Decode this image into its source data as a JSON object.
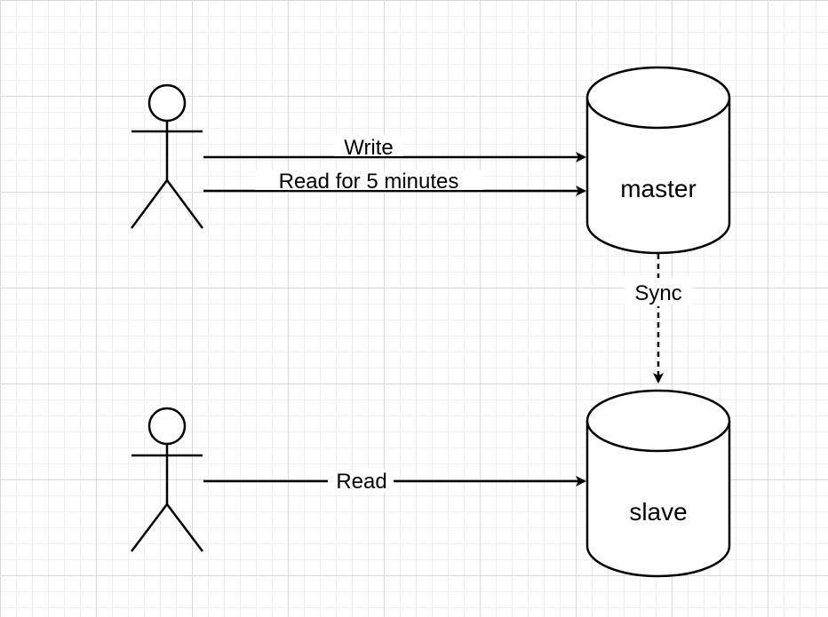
{
  "nodes": {
    "master": {
      "label": "master"
    },
    "slave": {
      "label": "slave"
    }
  },
  "edges": {
    "write": {
      "label": "Write"
    },
    "read_for_5_minutes": {
      "label": "Read for 5 minutes"
    },
    "sync": {
      "label": "Sync",
      "style": "dashed"
    },
    "read": {
      "label": "Read"
    }
  },
  "actors": [
    {
      "name": "user-top"
    },
    {
      "name": "user-bottom"
    }
  ],
  "colors": {
    "stroke": "#000000",
    "fill": "#ffffff",
    "grid_major": "#d9d9d9",
    "grid_minor": "#efefef"
  }
}
